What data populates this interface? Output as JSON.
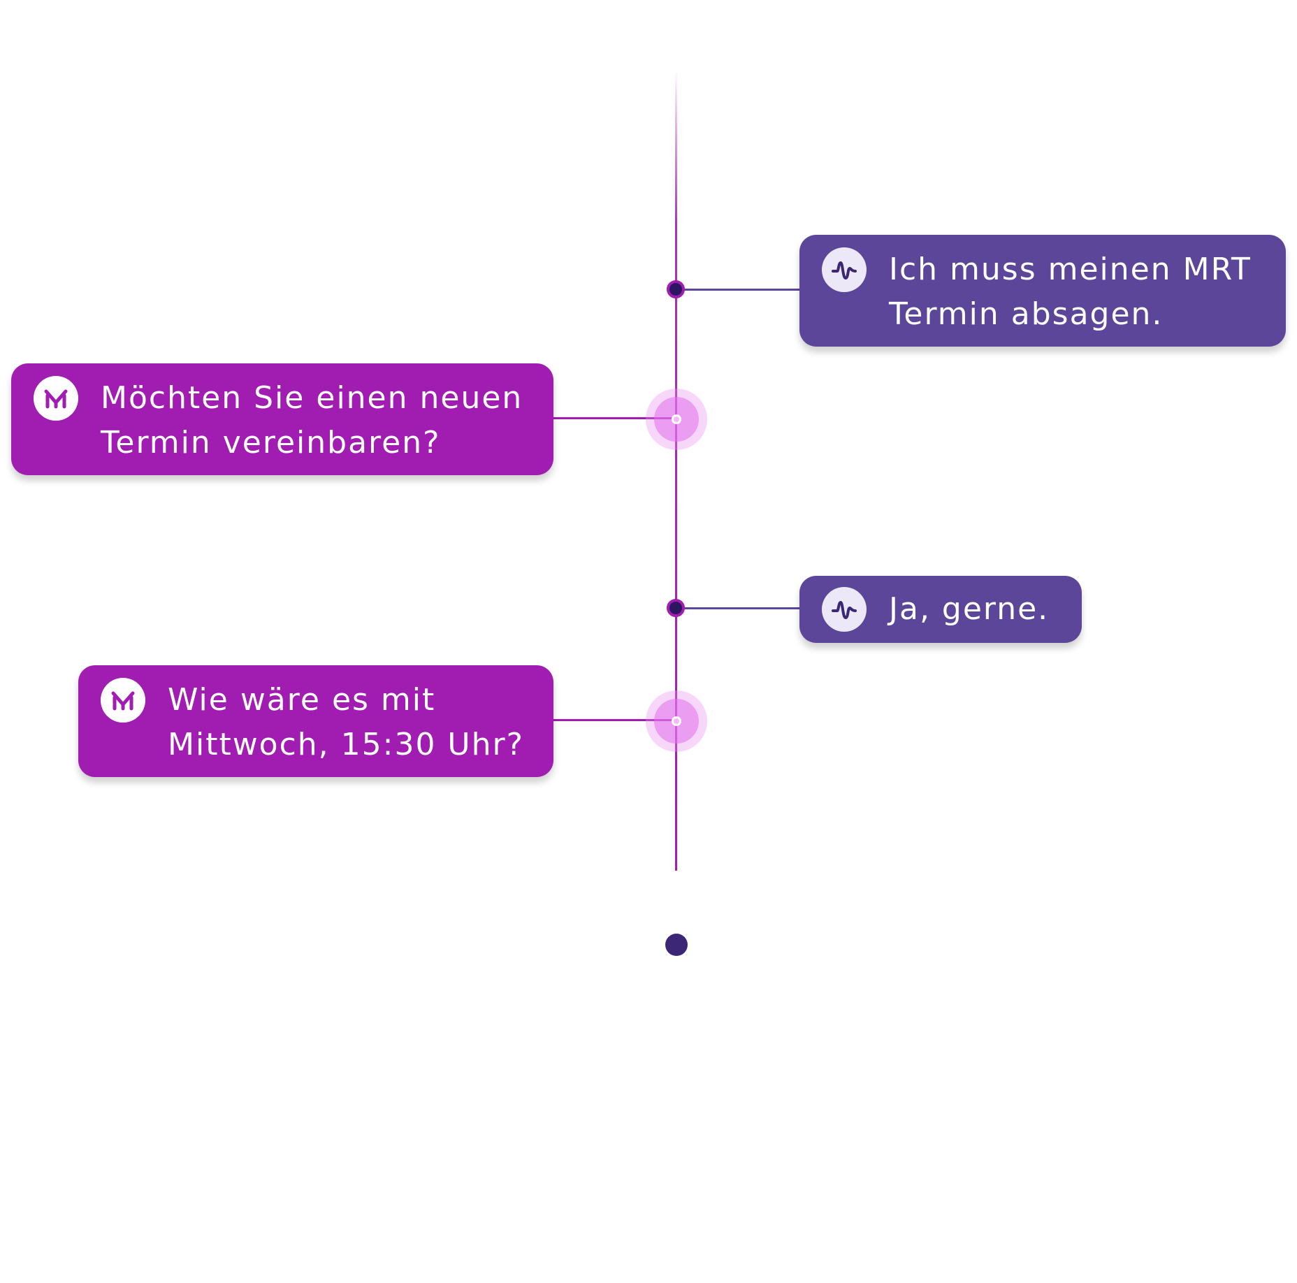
{
  "colors": {
    "user_bubble": "#5c4699",
    "agent_bubble": "#a11cb1",
    "timeline": "#a11cb1",
    "node_fill": "#2c1660",
    "end_node": "#3b2775"
  },
  "conversation": {
    "messages": [
      {
        "speaker": "user",
        "icon": "waveform-icon",
        "line1": "Ich muss meinen MRT",
        "line2": "Termin absagen."
      },
      {
        "speaker": "agent",
        "icon": "m-logo-icon",
        "line1": "Möchten Sie einen neuen",
        "line2": "Termin vereinbaren?"
      },
      {
        "speaker": "user",
        "icon": "waveform-icon",
        "line1": "Ja, gerne.",
        "line2": ""
      },
      {
        "speaker": "agent",
        "icon": "m-logo-icon",
        "line1": "Wie wäre es mit",
        "line2": "Mittwoch, 15:30 Uhr?"
      }
    ]
  }
}
